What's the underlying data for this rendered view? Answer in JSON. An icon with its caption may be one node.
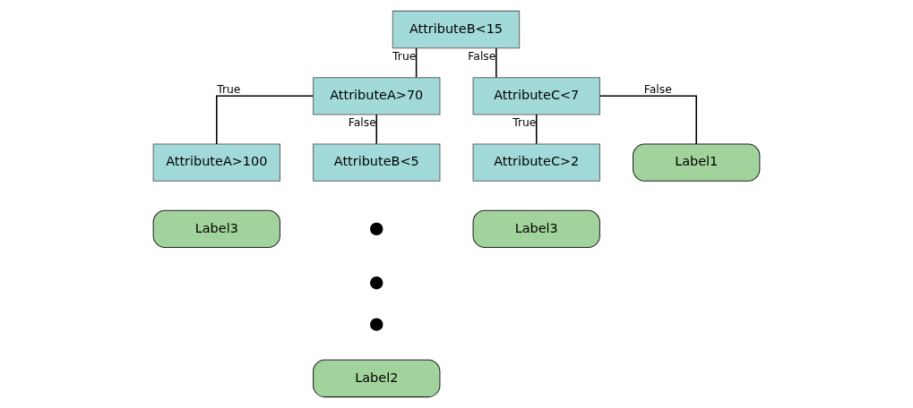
{
  "diagram": {
    "nodes": [
      {
        "text": [
          "AttributeB<15"
        ]
      },
      {
        "text": [
          "AttributeA>70"
        ]
      },
      {
        "text": [
          "AttributeC<7"
        ]
      },
      {
        "text": [
          "AttributeA>100"
        ]
      },
      {
        "text": [
          "AttributeB<5"
        ]
      },
      {
        "text": [
          "AttributeC>2"
        ]
      },
      {
        "text": [
          "Label1"
        ]
      },
      {
        "text": [
          "Label3"
        ]
      },
      {
        "text": [],
        "shape": "circle"
      },
      {
        "text": [],
        "shape": "circle"
      },
      {
        "text": [],
        "shape": "circle"
      },
      {
        "text": [
          "Label3"
        ]
      },
      {
        "text": [
          "Label2"
        ]
      }
    ],
    "edges": [
      {
        "from": 0,
        "to": 1,
        "arrow": "none",
        "label": "True"
      },
      {
        "from": 0,
        "to": 2,
        "arrow": "none",
        "label": "False"
      },
      {
        "from": 1,
        "to": 3,
        "arrow": "none",
        "label": "True"
      },
      {
        "from": 1,
        "to": 4,
        "arrow": "none",
        "label": "False"
      },
      {
        "from": 2,
        "to": 5,
        "arrow": "none",
        "label": "True"
      },
      {
        "from": 2,
        "to": 6,
        "arrow": "none",
        "label": "False"
      }
    ]
  }
}
